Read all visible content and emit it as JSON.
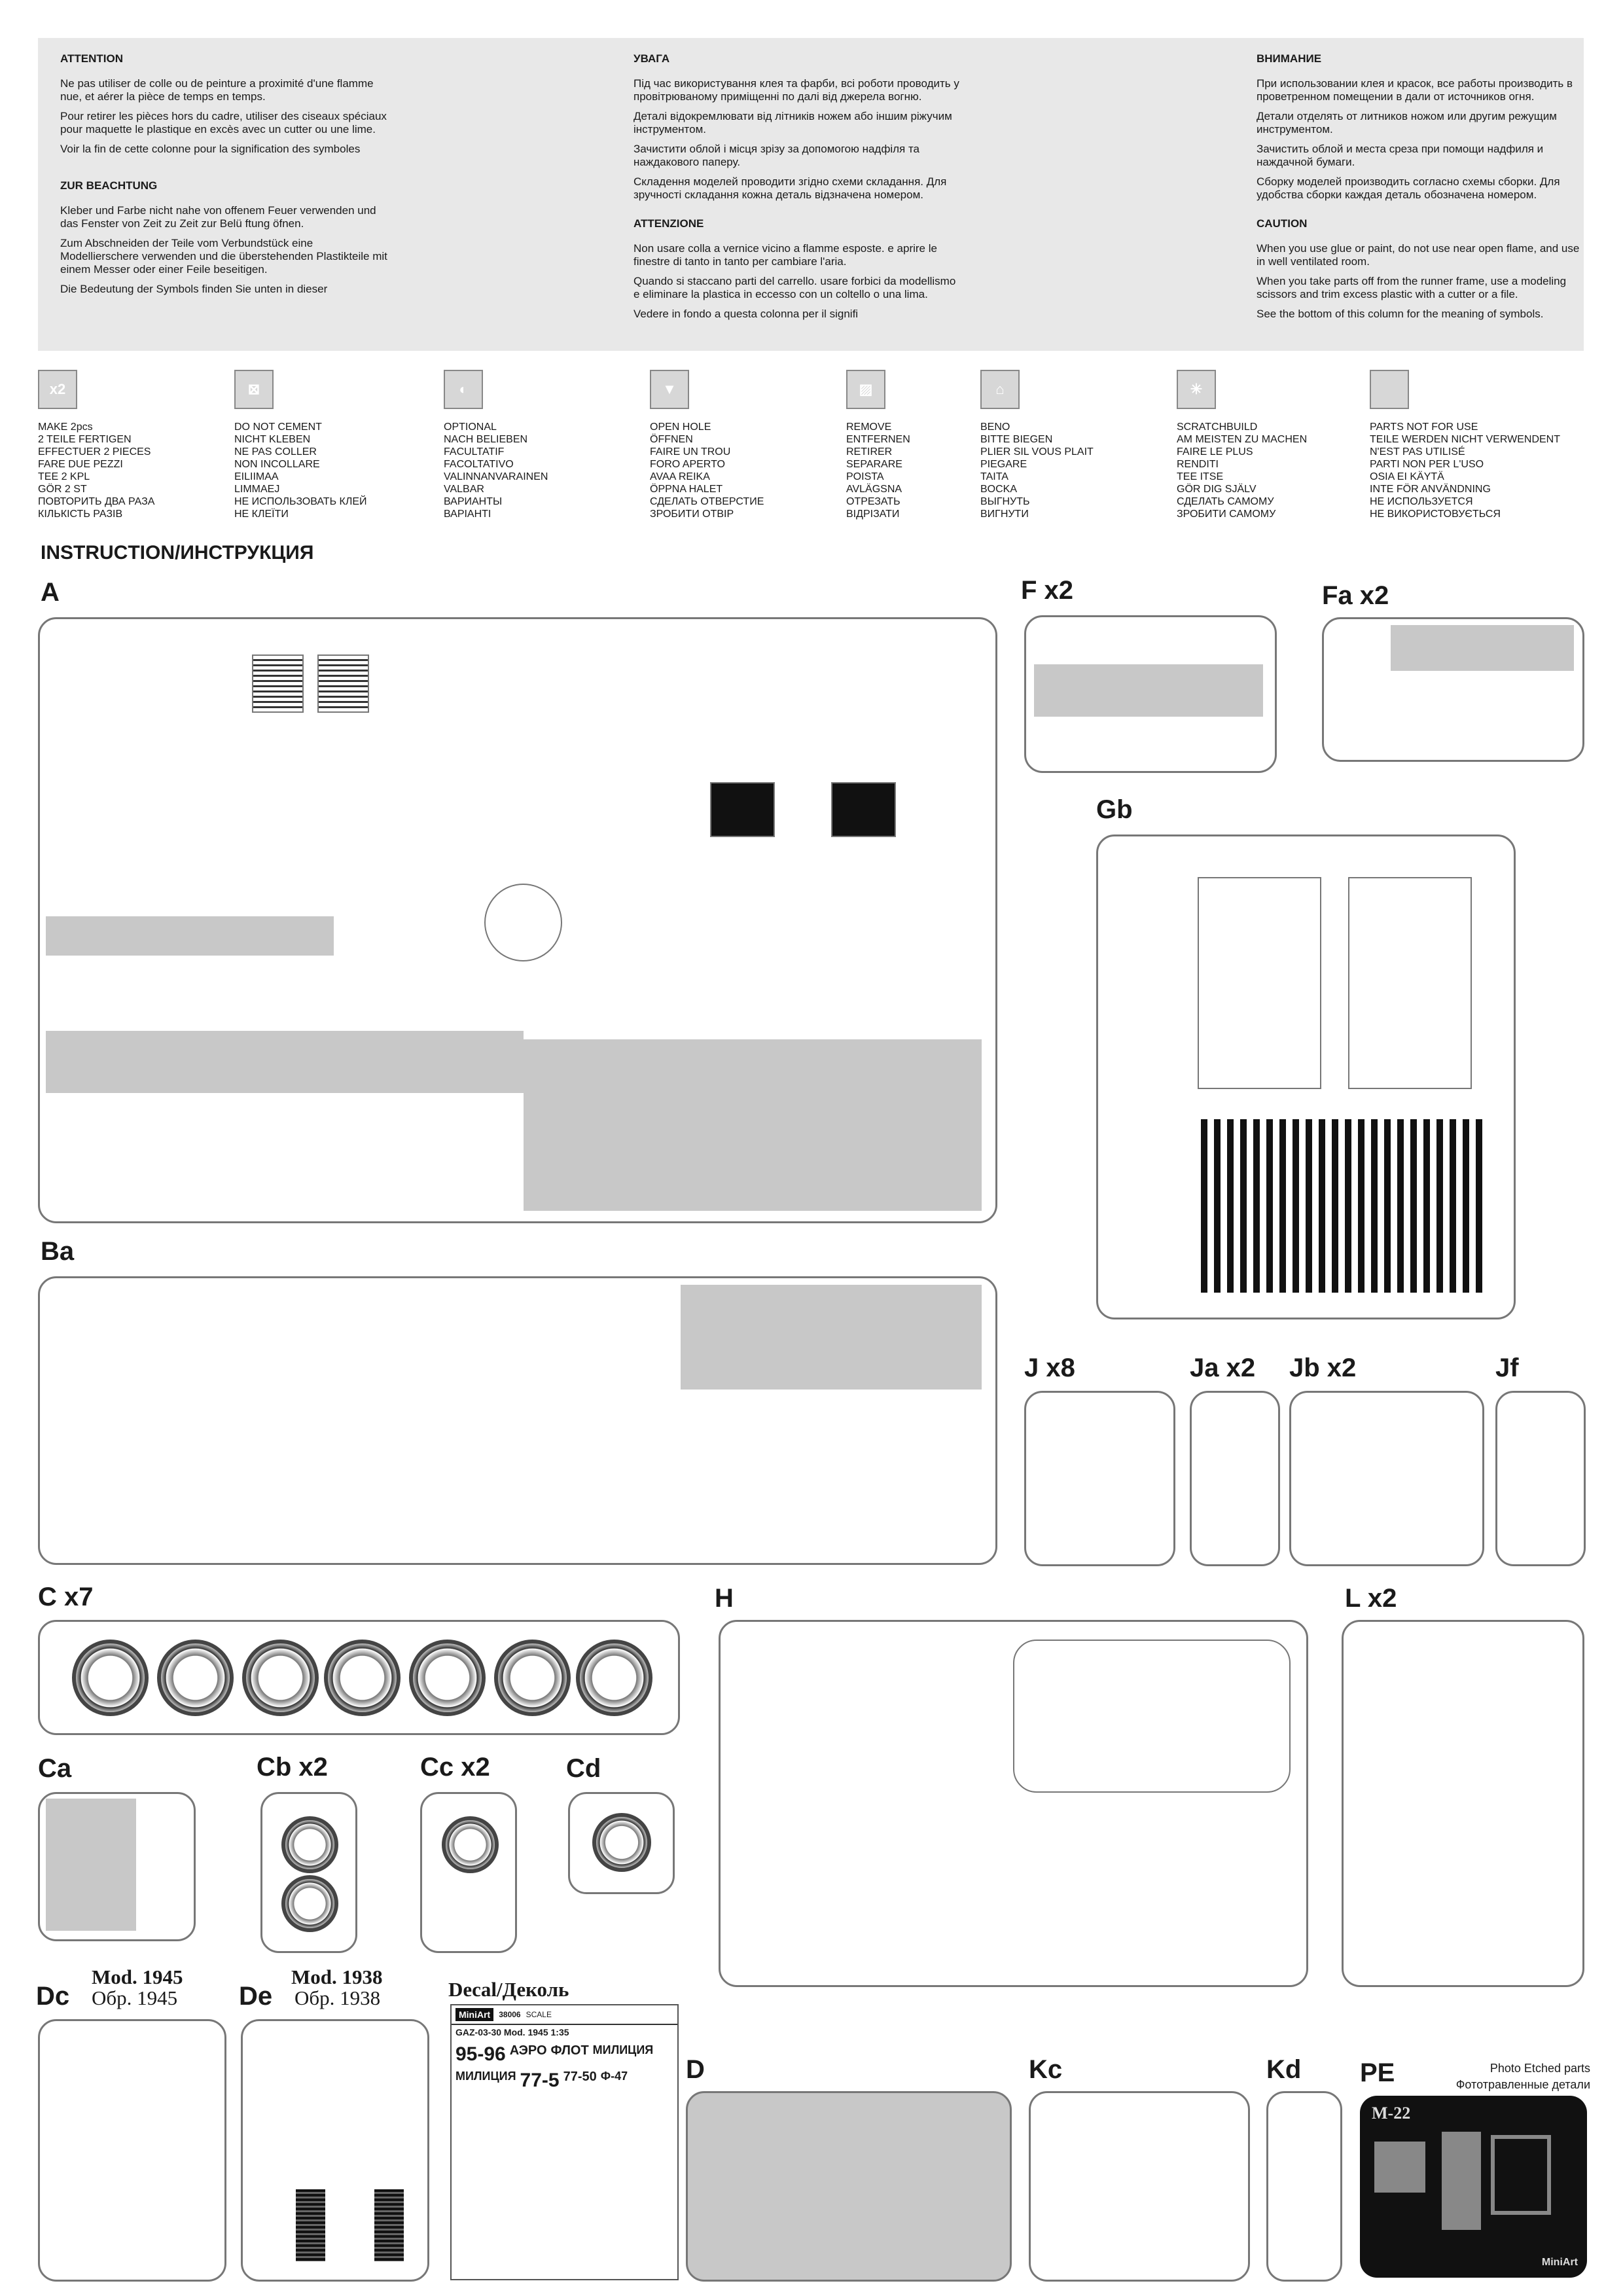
{
  "warnings": {
    "left": {
      "h1": "ATTENTION",
      "p1": "Ne pas utiliser de colle ou de peinture a proximité d'une flamme nue, et aérer la pièce de temps en temps.",
      "p2": "Pour retirer les pièces hors du cadre, utiliser des ciseaux spéciaux pour maquette le plastique en excès avec un cutter ou une lime.",
      "p3": "Voir la fin de cette colonne pour la signification des symboles",
      "h2": "ZUR BEACHTUNG",
      "p4": "Kleber und Farbe nicht nahe von offenem Feuer verwenden und das Fenster von Zeit zu Zeit zur Belü ftung öfnen.",
      "p5": "Zum Abschneiden  der Teile vom Verbundstück eine Modellierschere  verwenden  und  die überstehenden Plastikteile mit einem Messer oder einer Feile beseitigen.",
      "p6": "Die Bedeutung der Symbols finden Sie unten in dieser"
    },
    "middle": {
      "h1": "УВАГА",
      "p1": "Під час використування клея та фарби, всі роботи проводить у провітрюваному  приміщенні по далі від джерела    вогню.",
      "p2": "Деталі відокремлювати від літників ножем або іншим ріжучим інструментом.",
      "p3": "Зачистити облой і місця зрізу за допомогою надфіля та наждакового паперу.",
      "p4": "Складення моделей проводити згідно  схеми складання. Для зручності складання кожна деталь відзначена номером.",
      "h2": "ATTENZIONE",
      "p5": "Non usare colla a vernice vicino a flamme esposte. e aprire le finestre di tanto in tanto per cambiare l'aria.",
      "p6": "Quando si staccano parti del carrello. usare forbici da modellismo e eliminare la plastica in eccesso con un coltello o una lima.",
      "p7": "Vedere in fondo a questa colonna per il signifi"
    },
    "right": {
      "h1": "ВНИМАНИЕ",
      "p1": "При использовании клея и красок, все работы производить в проветренном помещении в дали от источников огня.",
      "p2": "Детали отделять от литников ножом или другим режущим инструментом.",
      "p3": "Зачистить облой и места среза при помощи надфиля и наждачной бумаги.",
      "p4": "Сборку моделей производить согласно схемы сборки. Для удобства сборки каждая деталь обозначена номером.",
      "h2": "CAUTION",
      "p5": "When you use glue or paint, do not use near open flame, and use in well ventilated room.",
      "p6": "When you take parts off from the runner frame, use a modeling scissors and trim excess plastic with a cutter or a file.",
      "p7": "See the bottom of this column for the meaning of symbols."
    }
  },
  "symbols": [
    {
      "icon": "make-2-icon",
      "glyph": "x2",
      "label": "MAKE 2pcs\n2 TEILE FERTIGEN\nEFFECTUER 2 PIECES\nFARE DUE PEZZI\nTEE 2 KPL\nGÖR 2 ST\nПОВТОРИТЬ ДВА РАЗА\nКІЛЬКІСТЬ РАЗІВ"
    },
    {
      "icon": "do-not-cement-icon",
      "glyph": "⊠",
      "label": "DO NOT CEMENT\nNICHT KLEBEN\nNE PAS COLLER\nNON INCOLLARE\nEILIIMAA\nLIMMAEJ\nНЕ ИСПОЛЬЗОВАТЬ КЛЕЙ\nНЕ КЛЕЇТИ"
    },
    {
      "icon": "optional-icon",
      "glyph": "◐",
      "label": "OPTIONAL\nNACH BELIEBEN\nFACULTATIF\nFACOLTATIVO\nVALINNANVARAINEN\nVALBAR\nВАРИАНТЫ\nВАРІАНТІ"
    },
    {
      "icon": "open-hole-icon",
      "glyph": "▼",
      "label": "OPEN  HOLE\nÖFFNEN\nFAIRE UN TROU\nFORO APERTO\nAVAA REIKA\nÖPPNA HALET\nСДЕЛАТЬ ОТВЕРСТИЕ\nЗРОБИТИ ОТВІР"
    },
    {
      "icon": "remove-icon",
      "glyph": "▨",
      "label": "REMOVE\nENTFERNEN\nRETIRER\nSEPARARE\nPOISTA\nAVLÄGSNA\nОТРЕЗАТЬ\nВІДРІЗАТИ"
    },
    {
      "icon": "bend-icon",
      "glyph": "⌂",
      "label": "BENO\nBITTE BIEGEN\nPLIER SIL VOUS PLAIT\nPIEGARE\nTAITA\nBOCKA\nВЫГНУТЬ\nВИГНУТИ"
    },
    {
      "icon": "scratchbuild-icon",
      "glyph": "✳",
      "label": "SCRATCHBUILD\nAM MEISTEN ZU MACHEN\nFAIRE LE PLUS\nRENDITI\nTEE ITSE\nGÖR DIG SJÄLV\nСДЕЛАТЬ САМОМУ\nЗРОБИТИ САМОМУ"
    },
    {
      "icon": "parts-not-used-icon",
      "glyph": "",
      "label": "PARTS NOT FOR USE\nTEILE WERDEN NICHT VERWENDENT\nN'EST PAS UTILISÉ\nPARTI NON PER L'USO\nOSIA EI KÄYTÄ\nINTE FÖR ANVÄNDNING\nНЕ ИСПОЛЬЗУЕТСЯ\nНЕ ВИКОРИСТОВУЄТЬСЯ"
    }
  ],
  "section_title": "INSTRUCTION/ИНСТРУКЦИЯ",
  "sprues": {
    "A": "A",
    "F": "F x2",
    "Fa": "Fa x2",
    "Gb": "Gb",
    "Ba": "Ba",
    "J": "J x8",
    "Ja": "Ja x2",
    "Jb": "Jb x2",
    "Jf": "Jf",
    "C": "C x7",
    "H": "H",
    "L": "L x2",
    "Ca": "Ca",
    "Cb": "Cb x2",
    "Cc": "Cc x2",
    "Cd": "Cd",
    "Dc": "Dc",
    "De": "De",
    "D": "D",
    "Kc": "Kc",
    "Kd": "Kd",
    "PE": "PE"
  },
  "mods": {
    "dc_en": "Mod. 1945",
    "dc_ru": "Обр. 1945",
    "de_en": "Mod. 1938",
    "de_ru": "Обр. 1938"
  },
  "decal": {
    "title": "Decal/Деколь",
    "brand": "MiniArt",
    "code": "38006",
    "name": "GAZ-03-30 Mod. 1945 1:35",
    "scale": "SCALE",
    "plates": [
      "95-96",
      "АЭРО",
      "ФЛОТ",
      "МИЛИЦИЯ",
      "МИЛИЦИЯ",
      "77-5",
      "77-50",
      "Ф-47"
    ]
  },
  "pe": {
    "title_en": "Photo Etched parts",
    "title_ru": "Фототравленные детали",
    "code": "M-22",
    "brand": "MiniArt"
  }
}
